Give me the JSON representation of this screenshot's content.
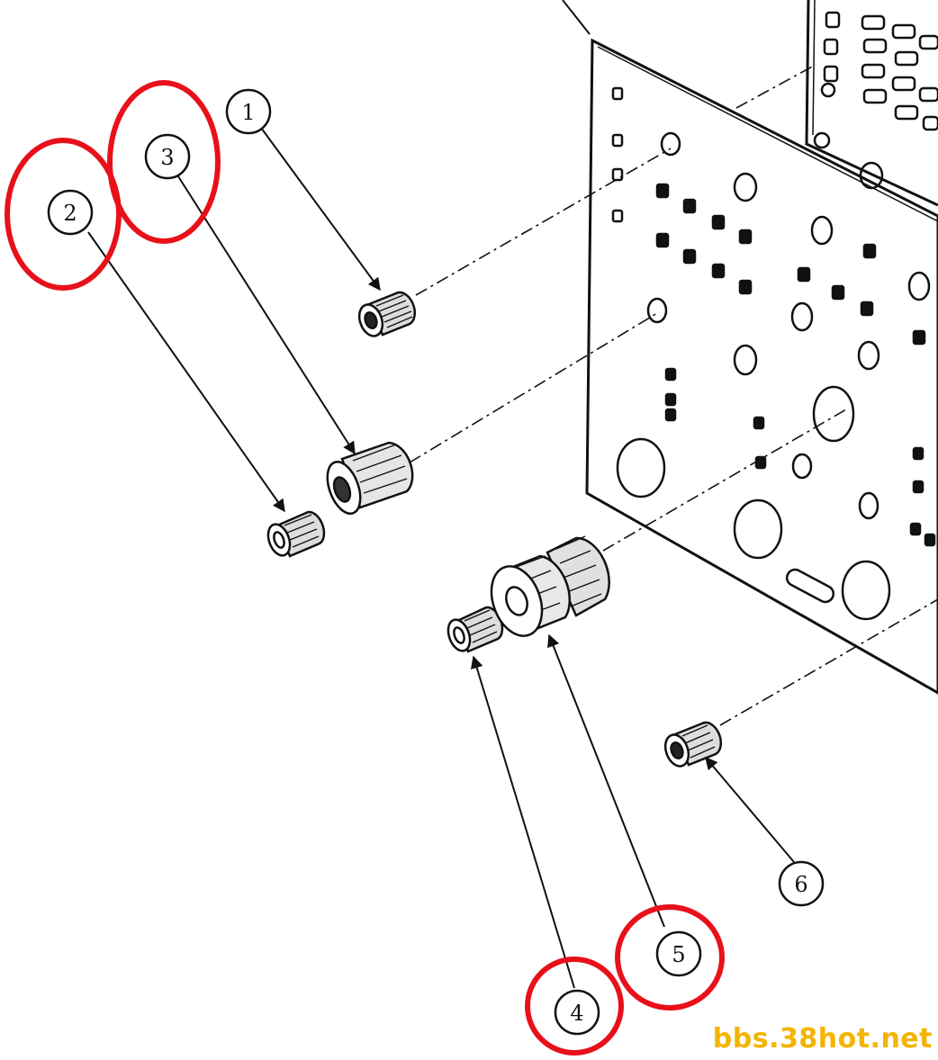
{
  "callouts": [
    {
      "id": "1",
      "label": "1",
      "highlighted": false
    },
    {
      "id": "2",
      "label": "2",
      "highlighted": true
    },
    {
      "id": "3",
      "label": "3",
      "highlighted": true
    },
    {
      "id": "4",
      "label": "4",
      "highlighted": true
    },
    {
      "id": "5",
      "label": "5",
      "highlighted": true
    },
    {
      "id": "6",
      "label": "6",
      "highlighted": false
    }
  ],
  "colors": {
    "line": "#111111",
    "highlight": "#e8101a",
    "watermark": "#f4b400",
    "background": "#ffffff"
  },
  "watermark": "bbs.38hot.net"
}
